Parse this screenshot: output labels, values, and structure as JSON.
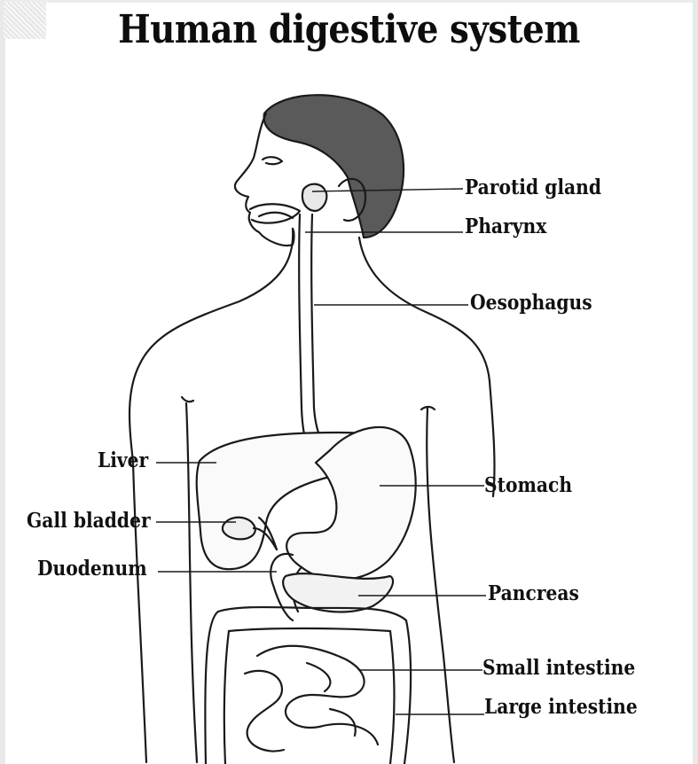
{
  "title": "Human digestive system",
  "labels": {
    "parotid_gland": "Parotid gland",
    "pharynx": "Pharynx",
    "oesophagus": "Oesophagus",
    "liver": "Liver",
    "stomach": "Stomach",
    "gall_bladder": "Gall bladder",
    "duodenum": "Duodenum",
    "pancreas": "Pancreas",
    "small_intestine": "Small intestine",
    "large_intestine": "Large intestine"
  },
  "colors": {
    "outline": "#1a1a1a",
    "hair": "#5a5a5a",
    "skin": "#f4f4f4",
    "organ": "#fafafa"
  }
}
